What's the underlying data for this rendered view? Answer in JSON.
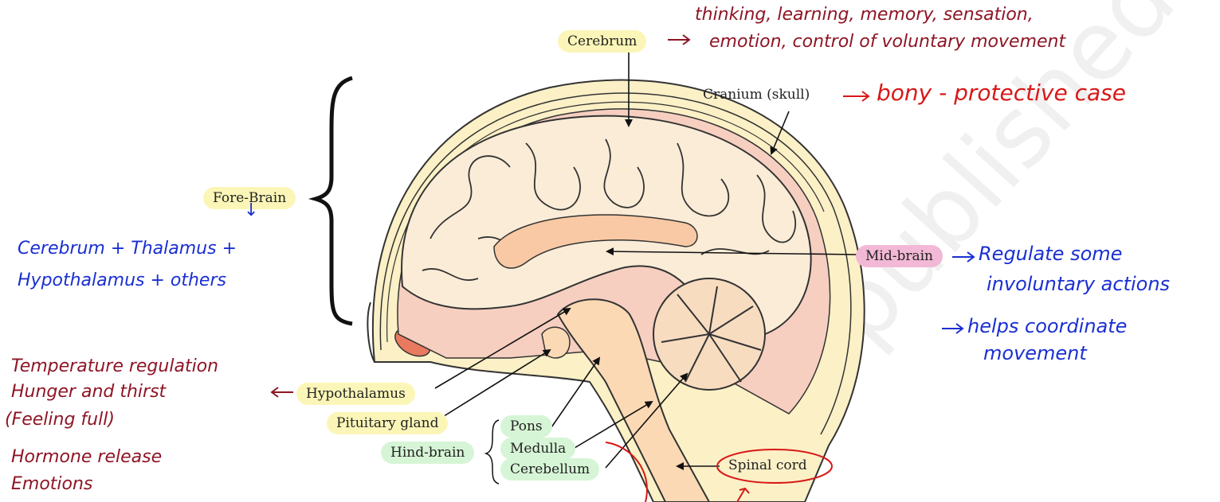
{
  "labels": {
    "cerebrum": "Cerebrum",
    "cranium": "Cranium (skull)",
    "fore_brain": "Fore-Brain",
    "mid_brain": "Mid-brain",
    "hypothalamus": "Hypothalamus",
    "pituitary": "Pituitary gland",
    "hind_brain": "Hind-brain",
    "pons": "Pons",
    "medulla": "Medulla",
    "cerebellum": "Cerebellum",
    "spinal_cord": "Spinal cord"
  },
  "notes": {
    "cerebrum_line1": "thinking, learning, memory, sensation,",
    "cerebrum_line2": "emotion, control of voluntary movement",
    "cranium": "bony - protective case",
    "fore_arrow": "↓",
    "fore_line1": "Cerebrum + Thalamus +",
    "fore_line2": "Hypothalamus + others",
    "mid_line1": "Regulate some",
    "mid_line2": "involuntary actions",
    "mid_line3": "helps coordinate",
    "mid_line4": "movement",
    "hypo_line1": "Temperature regulation",
    "hypo_line2": "Hunger and thirst",
    "hypo_line3": "(Feeling full)",
    "hypo_line4": "Hormone release",
    "hypo_line5": "Emotions"
  },
  "colors": {
    "highlight_yellow": "#fbf6b8",
    "highlight_pink": "#f2b8d6",
    "highlight_green": "#d6f5d6",
    "ink_red": "#d81818",
    "ink_maroon": "#8e1525",
    "ink_blue": "#1a2fd2"
  },
  "watermark": "Unpublished"
}
